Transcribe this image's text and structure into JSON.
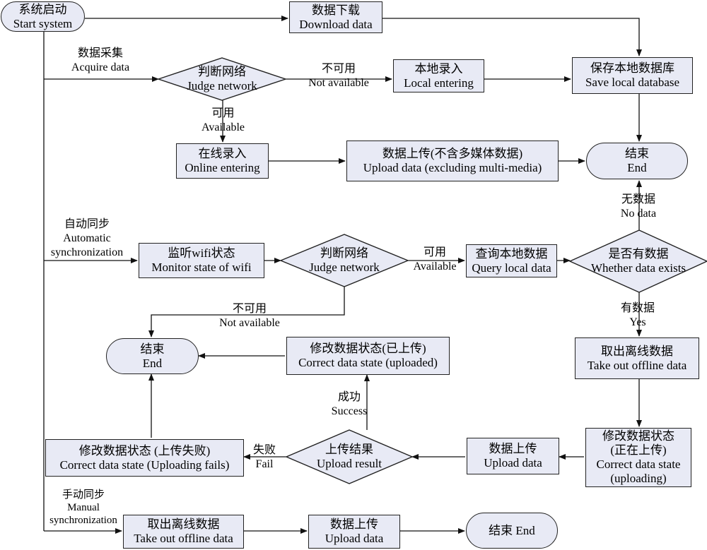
{
  "nodes": {
    "start": {
      "cn": "系统启动",
      "en": "Start system"
    },
    "download": {
      "cn": "数据下载",
      "en": "Download data"
    },
    "judge1": {
      "cn": "判断网络",
      "en": "Judge network"
    },
    "local_entering": {
      "cn": "本地录入",
      "en": "Local entering"
    },
    "save_local": {
      "cn": "保存本地数据库",
      "en": "Save local database"
    },
    "online_entering": {
      "cn": "在线录入",
      "en": "Online entering"
    },
    "upload_excl": {
      "cn": "数据上传(不含多媒体数据)",
      "en": "Upload data (excluding multi-media)"
    },
    "end1": {
      "cn": "结束",
      "en": "End"
    },
    "monitor_wifi": {
      "cn": "监听wifi状态",
      "en": "Monitor state of wifi"
    },
    "judge2": {
      "cn": "判断网络",
      "en": "Judge network"
    },
    "query_local": {
      "cn": "查询本地数据",
      "en": "Query local data"
    },
    "whether_exists": {
      "cn": "是否有数据",
      "en": "Whether data exists"
    },
    "take_out1": {
      "cn": "取出离线数据",
      "en": "Take out offline data"
    },
    "correct_uploading": {
      "cn1": "修改数据状态",
      "cn2": "(正在上传)",
      "en1": "Correct data state",
      "en2": "(uploading)"
    },
    "upload_data1": {
      "cn": "数据上传",
      "en": "Upload data"
    },
    "upload_result": {
      "cn": "上传结果",
      "en": "Upload result"
    },
    "correct_fail": {
      "cn": "修改数据状态 (上传失败)",
      "en": "Correct data state (Uploading fails)"
    },
    "correct_uploaded": {
      "cn": "修改数据状态(已上传)",
      "en": "Correct data state (uploaded)"
    },
    "end2": {
      "cn": "结束",
      "en": "End"
    },
    "take_out2": {
      "cn": "取出离线数据",
      "en": "Take out offline data"
    },
    "upload_data2": {
      "cn": "数据上传",
      "en": "Upload data"
    },
    "end3": {
      "text": "结束 End"
    }
  },
  "labels": {
    "acquire": {
      "cn": "数据采集",
      "en": "Acquire data"
    },
    "not_available1": {
      "cn": "不可用",
      "en": "Not available"
    },
    "available1": {
      "cn": "可用",
      "en": "Available"
    },
    "no_data": {
      "cn": "无数据",
      "en": "No data"
    },
    "auto_sync": {
      "cn": "自动同步",
      "en1": "Automatic",
      "en2": "synchronization"
    },
    "available2": {
      "cn": "可用",
      "en": "Available"
    },
    "not_available2": {
      "cn": "不可用",
      "en": "Not available"
    },
    "yes": {
      "cn": "有数据",
      "en": "Yes"
    },
    "success": {
      "cn": "成功",
      "en": "Success"
    },
    "fail": {
      "cn": "失败",
      "en": "Fail"
    },
    "manual_sync": {
      "cn": "手动同步",
      "en1": "Manual",
      "en2": "synchronization"
    }
  },
  "colors": {
    "fill": "#e8eaf5",
    "stroke": "#222222"
  }
}
